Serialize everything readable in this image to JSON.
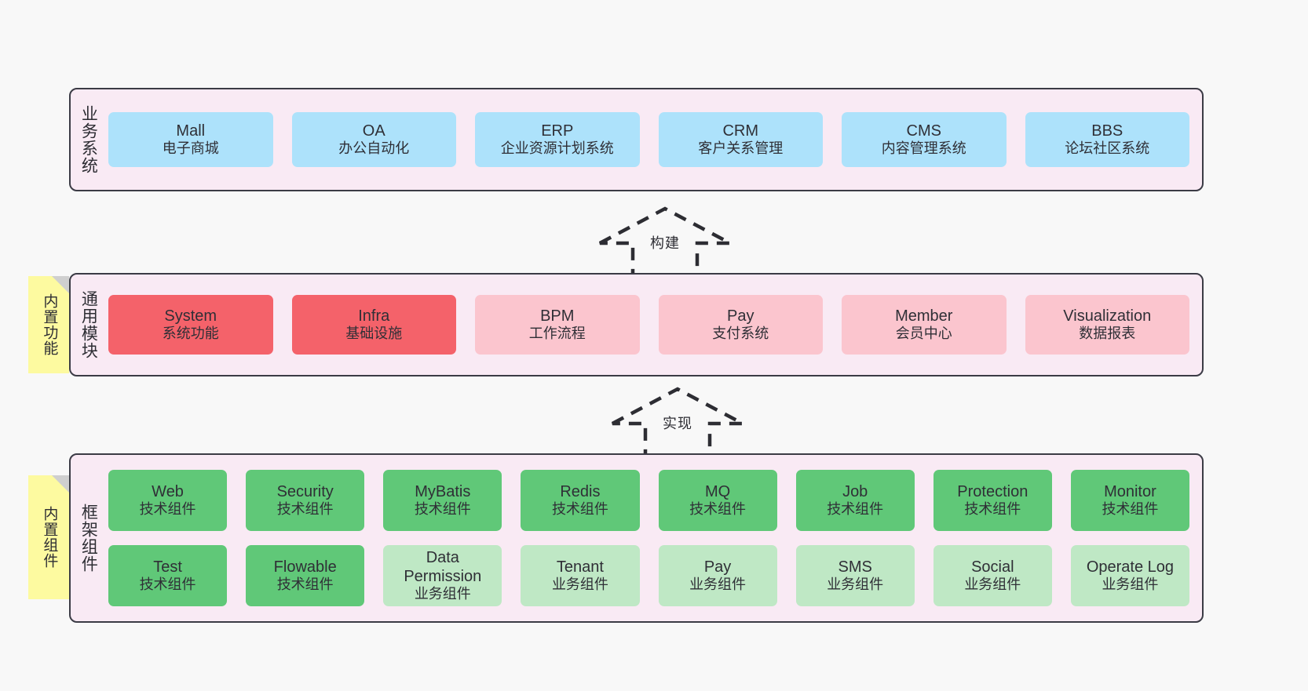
{
  "diagram": {
    "background_color": "#f8f8f8",
    "panel_color": "#f9eaf4",
    "panel_border_color": "#3b3b45",
    "sticky_color": "#fdfaa0"
  },
  "layers": {
    "business": {
      "title": "业务系统",
      "accent": "#ade2fb",
      "cards": [
        {
          "name": "Mall",
          "sub": "电子商城",
          "tone": "blue"
        },
        {
          "name": "OA",
          "sub": "办公自动化",
          "tone": "blue"
        },
        {
          "name": "ERP",
          "sub": "企业资源计划系统",
          "tone": "blue"
        },
        {
          "name": "CRM",
          "sub": "客户关系管理",
          "tone": "blue"
        },
        {
          "name": "CMS",
          "sub": "内容管理系统",
          "tone": "blue"
        },
        {
          "name": "BBS",
          "sub": "论坛社区系统",
          "tone": "blue"
        }
      ]
    },
    "common": {
      "title": "通用模块",
      "sticky": "内置功能",
      "accent": "#f4626a",
      "accent_secondary": "#fbc5ce",
      "cards": [
        {
          "name": "System",
          "sub": "系统功能",
          "tone": "red"
        },
        {
          "name": "Infra",
          "sub": "基础设施",
          "tone": "red"
        },
        {
          "name": "BPM",
          "sub": "工作流程",
          "tone": "pink"
        },
        {
          "name": "Pay",
          "sub": "支付系统",
          "tone": "pink"
        },
        {
          "name": "Member",
          "sub": "会员中心",
          "tone": "pink"
        },
        {
          "name": "Visualization",
          "sub": "数据报表",
          "tone": "pink"
        }
      ]
    },
    "framework": {
      "title": "框架组件",
      "sticky": "内置组件",
      "accent": "#60c878",
      "accent_secondary": "#bfe8c5",
      "row1": [
        {
          "name": "Web",
          "sub": "技术组件",
          "tone": "green"
        },
        {
          "name": "Security",
          "sub": "技术组件",
          "tone": "green"
        },
        {
          "name": "MyBatis",
          "sub": "技术组件",
          "tone": "green"
        },
        {
          "name": "Redis",
          "sub": "技术组件",
          "tone": "green"
        },
        {
          "name": "MQ",
          "sub": "技术组件",
          "tone": "green"
        },
        {
          "name": "Job",
          "sub": "技术组件",
          "tone": "green"
        },
        {
          "name": "Protection",
          "sub": "技术组件",
          "tone": "green"
        },
        {
          "name": "Monitor",
          "sub": "技术组件",
          "tone": "green"
        }
      ],
      "row2": [
        {
          "name": "Test",
          "sub": "技术组件",
          "tone": "green"
        },
        {
          "name": "Flowable",
          "sub": "技术组件",
          "tone": "green"
        },
        {
          "name": "Data Permission",
          "sub": "业务组件",
          "tone": "lightgreen"
        },
        {
          "name": "Tenant",
          "sub": "业务组件",
          "tone": "lightgreen"
        },
        {
          "name": "Pay",
          "sub": "业务组件",
          "tone": "lightgreen"
        },
        {
          "name": "SMS",
          "sub": "业务组件",
          "tone": "lightgreen"
        },
        {
          "name": "Social",
          "sub": "业务组件",
          "tone": "lightgreen"
        },
        {
          "name": "Operate Log",
          "sub": "业务组件",
          "tone": "lightgreen"
        }
      ]
    }
  },
  "arrows": {
    "build": {
      "label": "构建",
      "direction": "up",
      "style": "dashed"
    },
    "implement": {
      "label": "实现",
      "direction": "up",
      "style": "dashed"
    }
  }
}
